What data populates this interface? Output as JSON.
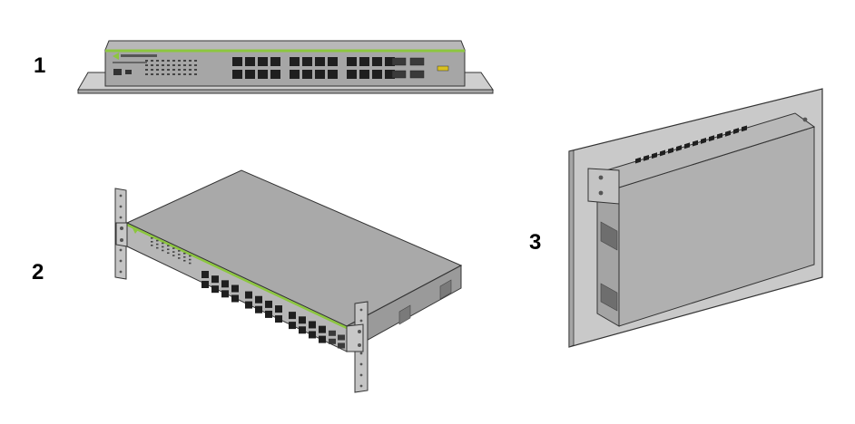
{
  "figure": {
    "labels": [
      "1",
      "2",
      "3"
    ],
    "colors": {
      "chassis": "#a9a9a9",
      "chassis_dark": "#8c8c8c",
      "chassis_top": "#b4b4b4",
      "accent_green": "#8cc63f",
      "shelf": "#c8c8c8",
      "wall": "#c6c6c6",
      "port": "#1f1f1f",
      "bracket": "#b8b8b8",
      "outline": "#333333"
    },
    "icons": [
      "brand-logo-icon",
      "rj45-port-icon",
      "sfp-port-icon",
      "mounting-bracket-icon",
      "vent-grille-icon"
    ]
  }
}
